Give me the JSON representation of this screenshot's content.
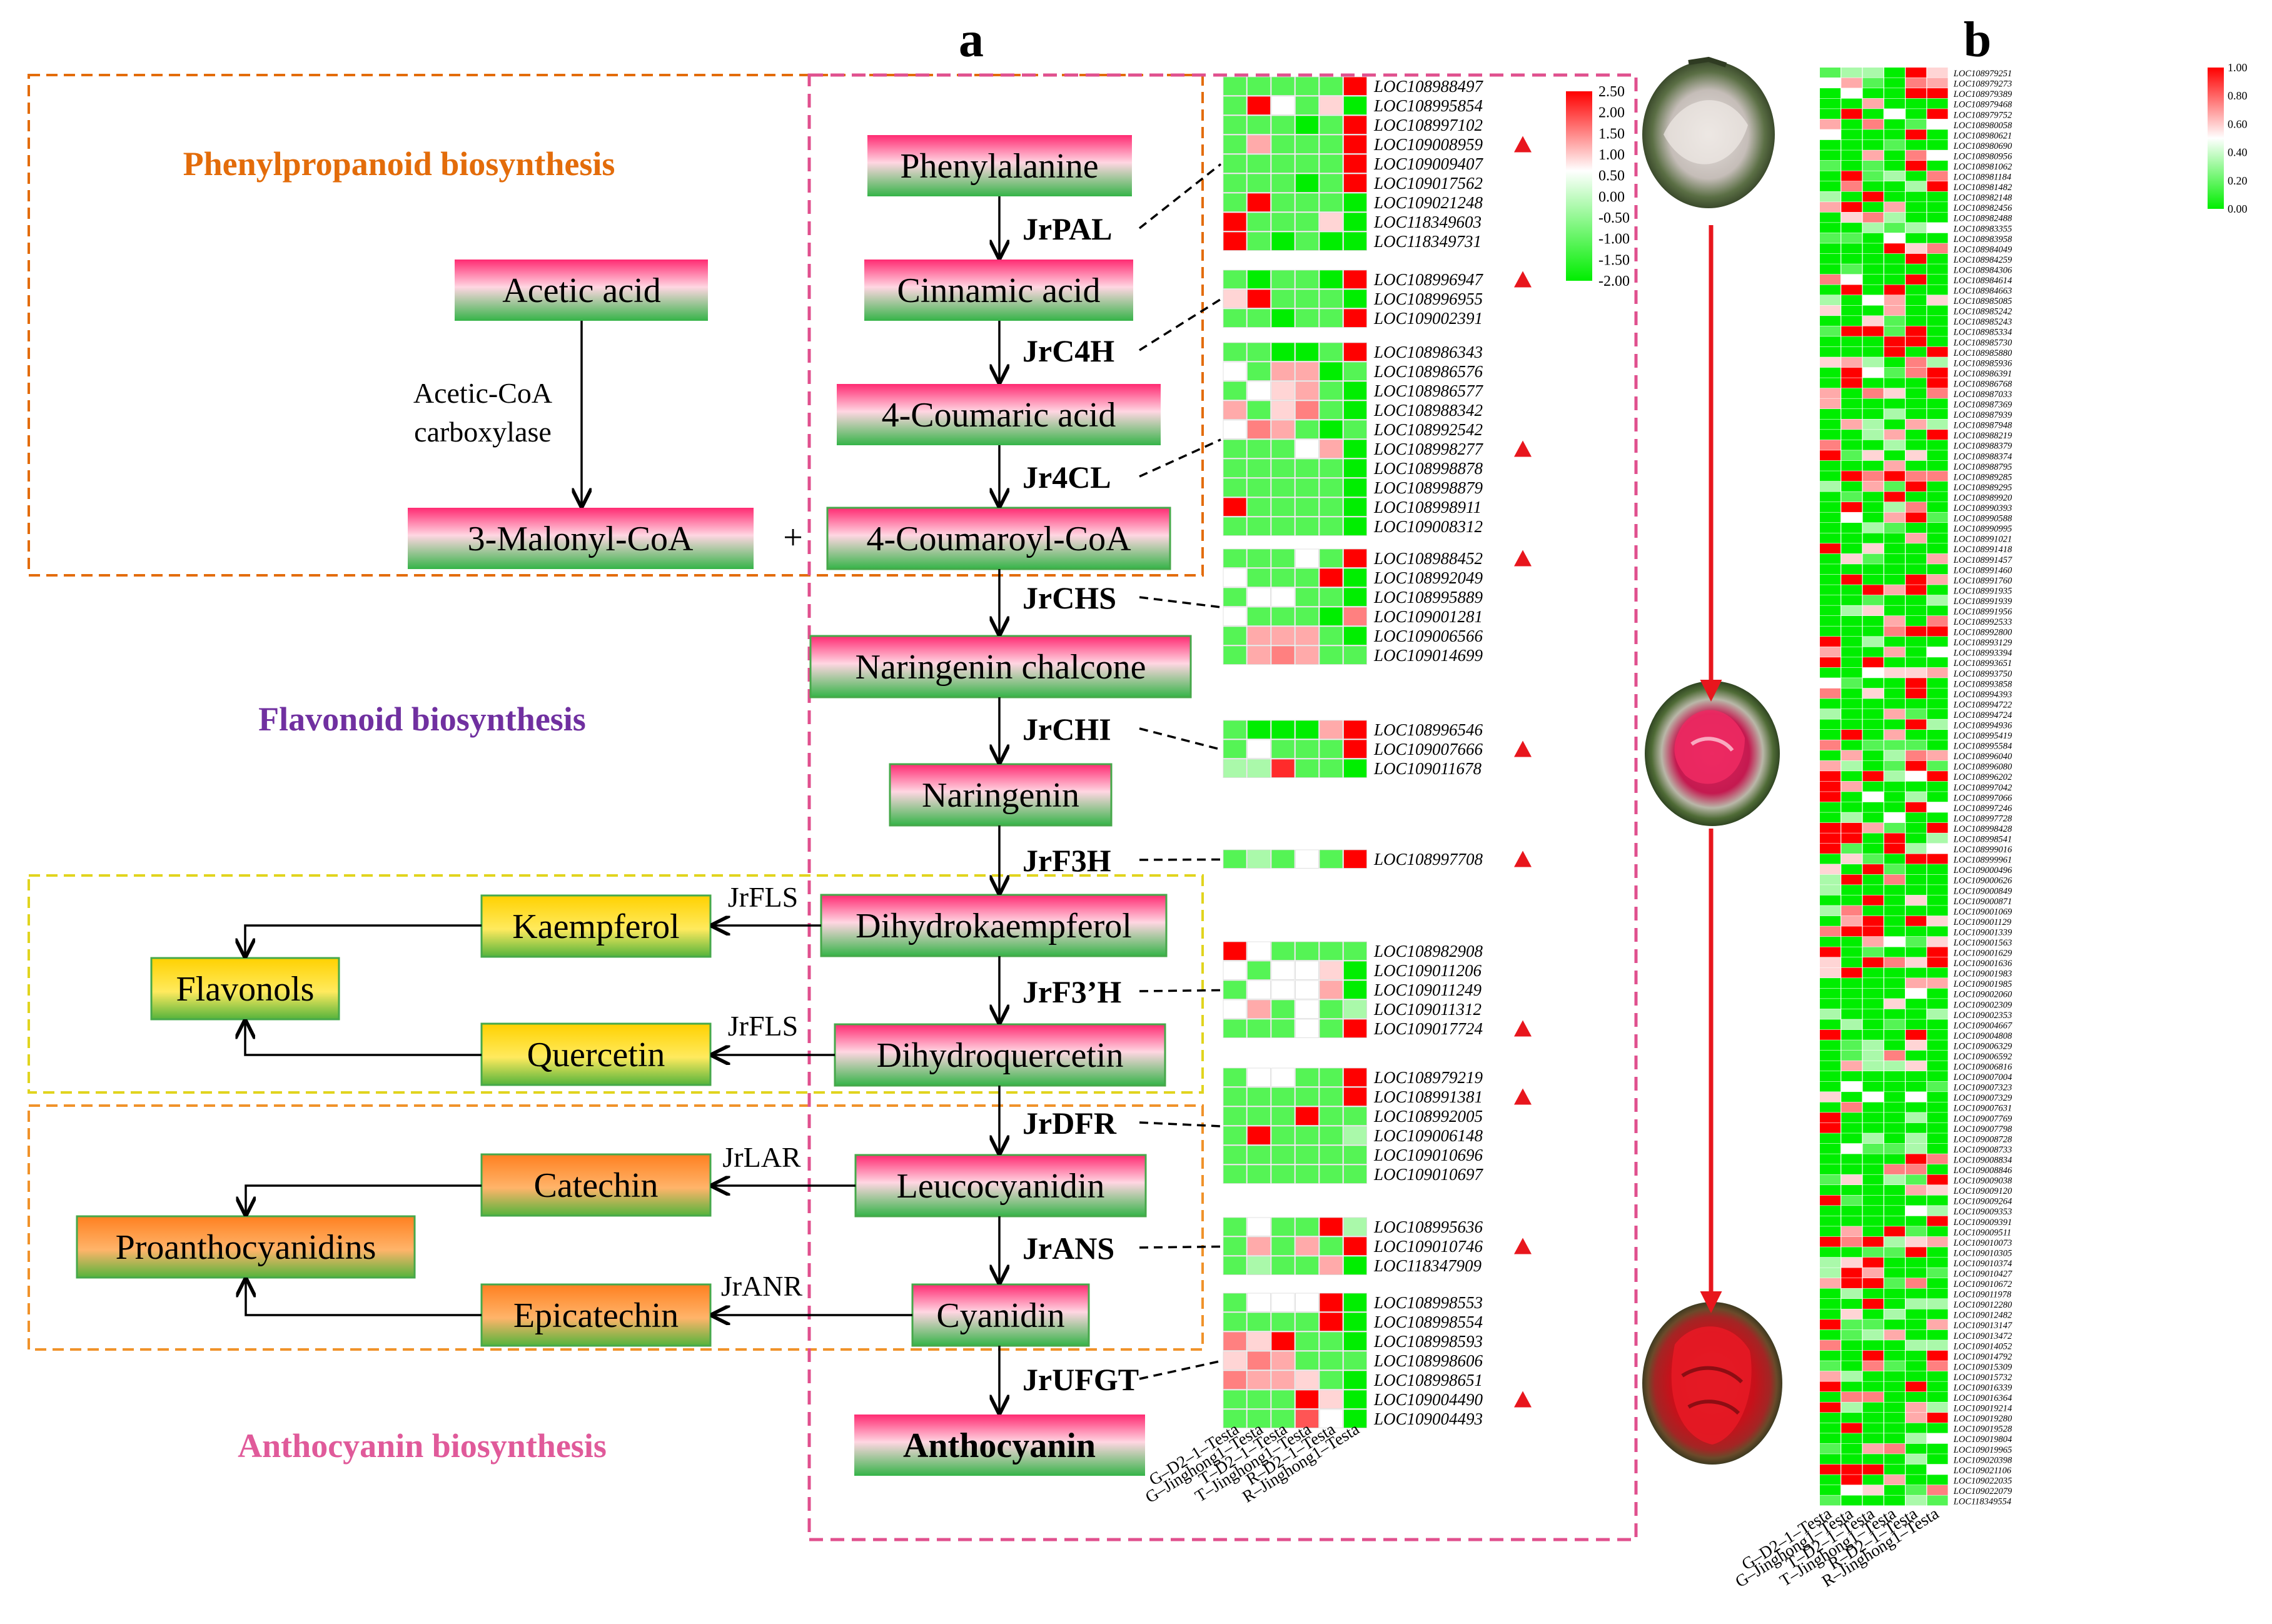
{
  "panel_labels": {
    "a": "a",
    "b": "b"
  },
  "sections": {
    "phenylpropanoid": {
      "label": "Phenylpropanoid biosynthesis",
      "color": "#e36c0a"
    },
    "flavonoid": {
      "label": "Flavonoid biosynthesis",
      "color": "#7030a0"
    },
    "anthocyanin": {
      "label": "Anthocyanin biosynthesis",
      "color": "#e05a9a"
    }
  },
  "metabolites": {
    "phenylalanine": "Phenylalanine",
    "cinnamic_acid": "Cinnamic acid",
    "coumaric_acid": "4-Coumaric acid",
    "coumaroyl_coa": "4-Coumaroyl-CoA",
    "acetic_acid": "Acetic acid",
    "malonyl_coa": "3-Malonyl-CoA",
    "naringenin_chalcone": "Naringenin chalcone",
    "naringenin": "Naringenin",
    "dihydrokaempferol": "Dihydrokaempferol",
    "dihydroquercetin": "Dihydroquercetin",
    "leucocyanidin": "Leucocyanidin",
    "cyanidin": "Cyanidin",
    "anthocyanin": "Anthocyanin",
    "kaempferol": "Kaempferol",
    "quercetin": "Quercetin",
    "flavonols": "Flavonols",
    "catechin": "Catechin",
    "epicatechin": "Epicatechin",
    "proanthocyanidins": "Proanthocyanidins"
  },
  "plus_sign": "+",
  "enzyme_acetyl": [
    "Acetic-CoA",
    "carboxylase"
  ],
  "side_enzymes": {
    "fls1": "JrFLS",
    "fls2": "JrFLS",
    "lar": "JrLAR",
    "anr": "JrANR"
  },
  "enzymes": [
    {
      "id": "pal",
      "label": "JrPAL",
      "genes": [
        "LOC108988497",
        "LOC108995854",
        "LOC108997102",
        "LOC109008959",
        "LOC109009407",
        "LOC109017562",
        "LOC109021248",
        "LOC118349603",
        "LOC118349731"
      ],
      "marked": [
        3
      ],
      "heat": [
        [
          1,
          1,
          1,
          1,
          1,
          9
        ],
        [
          1,
          10,
          3,
          1,
          4,
          0
        ],
        [
          1,
          1,
          1,
          0,
          1,
          9
        ],
        [
          1,
          5,
          1,
          1,
          1,
          9
        ],
        [
          1,
          1,
          1,
          1,
          1,
          9
        ],
        [
          1,
          1,
          1,
          0,
          1,
          9
        ],
        [
          1,
          9,
          1,
          1,
          1,
          0
        ],
        [
          9,
          1,
          1,
          1,
          4,
          0
        ],
        [
          9,
          1,
          0,
          1,
          0,
          0
        ]
      ]
    },
    {
      "id": "c4h",
      "label": "JrC4H",
      "genes": [
        "LOC108996947",
        "LOC108996955",
        "LOC109002391"
      ],
      "marked": [
        0
      ],
      "heat": [
        [
          1,
          0,
          1,
          1,
          0,
          9
        ],
        [
          4,
          9,
          1,
          1,
          1,
          0
        ],
        [
          1,
          1,
          0,
          1,
          1,
          9
        ]
      ]
    },
    {
      "id": "4cl",
      "label": "Jr4CL",
      "genes": [
        "LOC108986343",
        "LOC108986576",
        "LOC108986577",
        "LOC108988342",
        "LOC108992542",
        "LOC108998277",
        "LOC108998878",
        "LOC108998879",
        "LOC108998911",
        "LOC109008312"
      ],
      "marked": [
        5
      ],
      "heat": [
        [
          1,
          1,
          0,
          0,
          1,
          9
        ],
        [
          3,
          1,
          5,
          5,
          0,
          1
        ],
        [
          1,
          3,
          4,
          5,
          1,
          0
        ],
        [
          5,
          1,
          4,
          6,
          1,
          0
        ],
        [
          3,
          6,
          5,
          1,
          0,
          1
        ],
        [
          1,
          1,
          1,
          3,
          5,
          0
        ],
        [
          1,
          1,
          1,
          1,
          1,
          0
        ],
        [
          1,
          1,
          1,
          1,
          1,
          0
        ],
        [
          9,
          1,
          1,
          1,
          1,
          0
        ],
        [
          1,
          1,
          1,
          1,
          1,
          0
        ]
      ]
    },
    {
      "id": "chs",
      "label": "JrCHS",
      "genes": [
        "LOC108988452",
        "LOC108992049",
        "LOC108995889",
        "LOC109001281",
        "LOC109006566",
        "LOC109014699"
      ],
      "marked": [
        0
      ],
      "heat": [
        [
          1,
          1,
          1,
          3,
          1,
          9
        ],
        [
          3,
          1,
          1,
          1,
          9,
          0
        ],
        [
          1,
          3,
          3,
          1,
          1,
          0
        ],
        [
          3,
          1,
          1,
          1,
          0,
          6
        ],
        [
          1,
          5,
          5,
          5,
          1,
          0
        ],
        [
          1,
          5,
          6,
          5,
          1,
          1
        ]
      ]
    },
    {
      "id": "chi",
      "label": "JrCHI",
      "genes": [
        "LOC108996546",
        "LOC109007666",
        "LOC109011678"
      ],
      "marked": [
        1
      ],
      "heat": [
        [
          1,
          0,
          0,
          0,
          5,
          9
        ],
        [
          1,
          3,
          1,
          1,
          1,
          9
        ],
        [
          2,
          2,
          8,
          1,
          1,
          0
        ]
      ]
    },
    {
      "id": "f3h",
      "label": "JrF3H",
      "genes": [
        "LOC108997708"
      ],
      "marked": [
        0
      ],
      "heat": [
        [
          1,
          2,
          1,
          3,
          1,
          9
        ]
      ]
    },
    {
      "id": "f3ph",
      "label": "JrF3’H",
      "genes": [
        "LOC108982908",
        "LOC109011206",
        "LOC109011249",
        "LOC109011312",
        "LOC109017724"
      ],
      "marked": [
        4
      ],
      "heat": [
        [
          9,
          3,
          1,
          1,
          1,
          1
        ],
        [
          3,
          1,
          3,
          3,
          4,
          0
        ],
        [
          1,
          3,
          3,
          3,
          5,
          0
        ],
        [
          3,
          5,
          1,
          3,
          1,
          2
        ],
        [
          1,
          1,
          1,
          3,
          1,
          9
        ]
      ]
    },
    {
      "id": "dfr",
      "label": "JrDFR",
      "genes": [
        "LOC108979219",
        "LOC108991381",
        "LOC108992005",
        "LOC109006148",
        "LOC109010696",
        "LOC109010697"
      ],
      "marked": [
        1
      ],
      "heat": [
        [
          1,
          3,
          3,
          1,
          1,
          9
        ],
        [
          1,
          1,
          1,
          1,
          1,
          9
        ],
        [
          1,
          1,
          1,
          9,
          1,
          1
        ],
        [
          1,
          9,
          1,
          1,
          1,
          2
        ],
        [
          1,
          1,
          1,
          1,
          1,
          1
        ],
        [
          1,
          1,
          1,
          1,
          1,
          1
        ]
      ]
    },
    {
      "id": "ans",
      "label": "JrANS",
      "genes": [
        "LOC108995636",
        "LOC109010746",
        "LOC118347909"
      ],
      "marked": [
        1
      ],
      "heat": [
        [
          1,
          3,
          1,
          1,
          9,
          2
        ],
        [
          1,
          5,
          1,
          5,
          1,
          9
        ],
        [
          1,
          2,
          1,
          1,
          5,
          0
        ]
      ]
    },
    {
      "id": "ufgt",
      "label": "JrUFGT",
      "genes": [
        "LOC108998553",
        "LOC108998554",
        "LOC108998593",
        "LOC108998606",
        "LOC108998651",
        "LOC109004490",
        "LOC109004493"
      ],
      "marked": [
        5
      ],
      "heat": [
        [
          1,
          3,
          3,
          3,
          9,
          0
        ],
        [
          1,
          1,
          1,
          1,
          9,
          0
        ],
        [
          6,
          4,
          9,
          1,
          1,
          0
        ],
        [
          4,
          6,
          5,
          1,
          1,
          1
        ],
        [
          6,
          5,
          5,
          4,
          1,
          0
        ],
        [
          1,
          1,
          1,
          9,
          4,
          0
        ],
        [
          1,
          1,
          1,
          7,
          3,
          0
        ]
      ]
    }
  ],
  "scale_a": {
    "ticks": [
      "2.50",
      "2.00",
      "1.50",
      "1.00",
      "0.50",
      "0.00",
      "-0.50",
      "-1.00",
      "-1.50",
      "-2.00"
    ]
  },
  "scale_b": {
    "ticks": [
      "1.00",
      "0.80",
      "0.60",
      "0.40",
      "0.20",
      "0.00"
    ]
  },
  "samples_a": [
    "G–D2–1–Testa",
    "G–Jinghong1–Testa",
    "T–D2–1–Testa",
    "T–Jinghong1–Testa",
    "R–D2–1–Testa",
    "R–Jinghong1–Testa"
  ],
  "samples_b": [
    "G–D2–1–Testa",
    "G–Jinghong1–Testa",
    "T–D2–1–Testa",
    "T–Jinghong1–Testa",
    "R–D2–1–Testa",
    "R–Jinghong1–Testa"
  ],
  "genes_b": [
    "LOC108979251",
    "LOC108979273",
    "LOC108979389",
    "LOC108979468",
    "LOC108979752",
    "LOC108980058",
    "LOC108980621",
    "LOC108980690",
    "LOC108980956",
    "LOC108981062",
    "LOC108981184",
    "LOC108981482",
    "LOC108982148",
    "LOC108982456",
    "LOC108982488",
    "LOC108983355",
    "LOC108983958",
    "LOC108984049",
    "LOC108984259",
    "LOC108984306",
    "LOC108984614",
    "LOC108984663",
    "LOC108985085",
    "LOC108985242",
    "LOC108985243",
    "LOC108985334",
    "LOC108985730",
    "LOC108985880",
    "LOC108985936",
    "LOC108986391",
    "LOC108986768",
    "LOC108987033",
    "LOC108987369",
    "LOC108987939",
    "LOC108987948",
    "LOC108988219",
    "LOC108988379",
    "LOC108988374",
    "LOC108988795",
    "LOC108989285",
    "LOC108989295",
    "LOC108989920",
    "LOC108990393",
    "LOC108990588",
    "LOC108990995",
    "LOC108991021",
    "LOC108991418",
    "LOC108991457",
    "LOC108991460",
    "LOC108991760",
    "LOC108991935",
    "LOC108991939",
    "LOC108991956",
    "LOC108992533",
    "LOC108992800",
    "LOC108993129",
    "LOC108993394",
    "LOC108993651",
    "LOC108993750",
    "LOC108993858",
    "LOC108994393",
    "LOC108994722",
    "LOC108994724",
    "LOC108994936",
    "LOC108995419",
    "LOC108995584",
    "LOC108996040",
    "LOC108996080",
    "LOC108996202",
    "LOC108997042",
    "LOC108997066",
    "LOC108997246",
    "LOC108997728",
    "LOC108998428",
    "LOC108998541",
    "LOC108999016",
    "LOC108999961",
    "LOC109000496",
    "LOC109000626",
    "LOC109000849",
    "LOC109000871",
    "LOC109001069",
    "LOC109001129",
    "LOC109001339",
    "LOC109001563",
    "LOC109001629",
    "LOC109001636",
    "LOC109001983",
    "LOC109001985",
    "LOC109002060",
    "LOC109002309",
    "LOC109002353",
    "LOC109004667",
    "LOC109004808",
    "LOC109006329",
    "LOC109006592",
    "LOC109006816",
    "LOC109007004",
    "LOC109007323",
    "LOC109007329",
    "LOC109007631",
    "LOC109007769",
    "LOC109007798",
    "LOC109008728",
    "LOC109008733",
    "LOC109008834",
    "LOC109008846",
    "LOC109009038",
    "LOC109009120",
    "LOC109009264",
    "LOC109009353",
    "LOC109009391",
    "LOC109009511",
    "LOC109010073",
    "LOC109010305",
    "LOC109010374",
    "LOC109010427",
    "LOC109010672",
    "LOC109011978",
    "LOC109012280",
    "LOC109012482",
    "LOC109013147",
    "LOC109013472",
    "LOC109014052",
    "LOC109014792",
    "LOC109015309",
    "LOC109015732",
    "LOC109016339",
    "LOC109016364",
    "LOC109019214",
    "LOC109019280",
    "LOC109019528",
    "LOC109019804",
    "LOC109019965",
    "LOC109020398",
    "LOC109021106",
    "LOC109022035",
    "LOC109022079",
    "LOC118349554"
  ]
}
